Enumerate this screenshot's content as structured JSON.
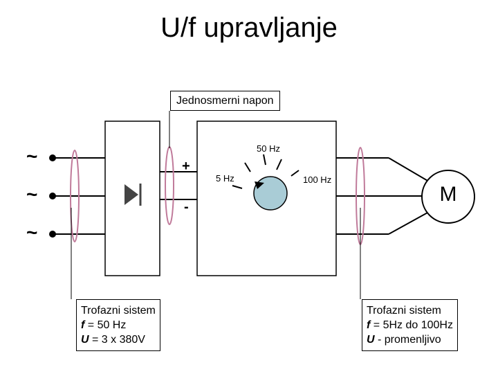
{
  "title": "U/f upravljanje",
  "dc_label": "Jednosmerni napon",
  "phase_symbol": "~",
  "plus_sign": "+",
  "minus_sign": "-",
  "dial": {
    "top_label": "50 Hz",
    "left_label": "5 Hz",
    "right_label": "100 Hz"
  },
  "motor_label": "M",
  "input_info": {
    "line1": "Trofazni sistem",
    "f_key": "f",
    "f_eq": " = 50 Hz",
    "u_key": "U",
    "u_eq": " = 3 x 380V"
  },
  "output_info": {
    "line1": "Trofazni sistem",
    "f_key": "f",
    "f_eq": " = 5Hz do 100Hz",
    "u_key": "U",
    "u_eq": " - promenljivo"
  },
  "colors": {
    "ellipse": "#c07a9a",
    "knob": "#a9ccd6",
    "line": "#000000"
  }
}
